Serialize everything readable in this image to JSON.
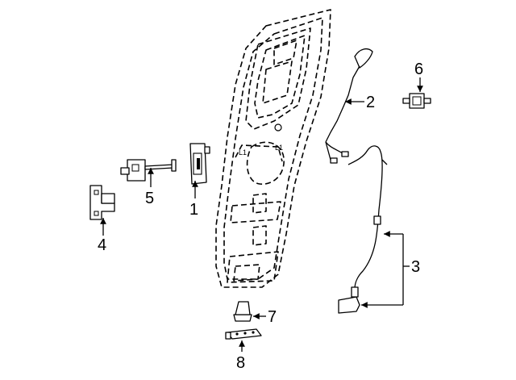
{
  "callouts": [
    {
      "id": "1",
      "label": "1"
    },
    {
      "id": "2",
      "label": "2"
    },
    {
      "id": "3",
      "label": "3"
    },
    {
      "id": "4",
      "label": "4"
    },
    {
      "id": "5",
      "label": "5"
    },
    {
      "id": "6",
      "label": "6"
    },
    {
      "id": "7",
      "label": "7"
    },
    {
      "id": "8",
      "label": "8"
    }
  ],
  "door_marks": {
    "left": "L1",
    "right": "L1"
  }
}
